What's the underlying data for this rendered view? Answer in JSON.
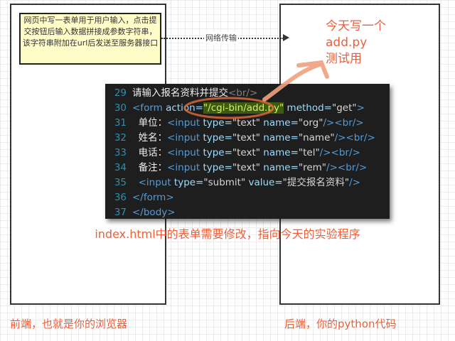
{
  "left_box": {
    "note": "网页中写一表单用于用户输入，点击提交按钮后输入数据拼接成参数字符串，该字符串附加在url后发送至服务器接口",
    "label": "前端，也就是你的浏览器"
  },
  "edge_label": "网络传输",
  "right_box": {
    "annotation": [
      "今天写一个",
      "add.py",
      "测试用"
    ],
    "label": "后端，你的python代码"
  },
  "code": {
    "lines": [
      {
        "n": "29",
        "parts": [
          [
            "txt",
            "请输入报名资料并提交"
          ],
          [
            "dim",
            "<br/>"
          ]
        ]
      },
      {
        "n": "30",
        "parts": [
          [
            "tag",
            "<form "
          ],
          [
            "attr",
            "action="
          ],
          [
            "hl",
            "\"/cgi-bin/add.py\""
          ],
          [
            "attr",
            " method="
          ],
          [
            "str",
            "\"get\""
          ],
          [
            "tag",
            ">"
          ]
        ]
      },
      {
        "n": "31",
        "parts": [
          [
            "txt",
            "  单位："
          ],
          [
            "tag",
            "<input "
          ],
          [
            "attr",
            "type="
          ],
          [
            "str",
            "\"text\""
          ],
          [
            "attr",
            " name="
          ],
          [
            "str",
            "\"org\""
          ],
          [
            "tag",
            "/><br/>"
          ]
        ]
      },
      {
        "n": "32",
        "parts": [
          [
            "txt",
            "  姓名："
          ],
          [
            "tag",
            "<input "
          ],
          [
            "attr",
            "type="
          ],
          [
            "str",
            "\"text\""
          ],
          [
            "attr",
            " name="
          ],
          [
            "str",
            "\"name\""
          ],
          [
            "tag",
            "/><br/>"
          ]
        ]
      },
      {
        "n": "33",
        "parts": [
          [
            "txt",
            "  电话："
          ],
          [
            "tag",
            "<input "
          ],
          [
            "attr",
            "type="
          ],
          [
            "str",
            "\"text\""
          ],
          [
            "attr",
            " name="
          ],
          [
            "str",
            "\"tel\""
          ],
          [
            "tag",
            "/><br/>"
          ]
        ]
      },
      {
        "n": "34",
        "parts": [
          [
            "txt",
            "  备注："
          ],
          [
            "tag",
            "<input "
          ],
          [
            "attr",
            "type="
          ],
          [
            "str",
            "\"text\""
          ],
          [
            "attr",
            " name="
          ],
          [
            "str",
            "\"rem\""
          ],
          [
            "tag",
            "/><br/>"
          ]
        ]
      },
      {
        "n": "35",
        "parts": [
          [
            "tag",
            "  <input "
          ],
          [
            "attr",
            "type="
          ],
          [
            "str",
            "\"submit\""
          ],
          [
            "attr",
            " value="
          ],
          [
            "str",
            "\"提交报名资料\""
          ],
          [
            "tag",
            "/>"
          ]
        ]
      },
      {
        "n": "36",
        "parts": [
          [
            "tag",
            "</form>"
          ]
        ]
      },
      {
        "n": "37",
        "parts": [
          [
            "tag",
            "</body>"
          ]
        ]
      }
    ]
  },
  "caption": "index.html中的表单需要修改，指向今天的实验程序",
  "colors": {
    "annotation": "#e8603c",
    "note_bg": "#fffcc8",
    "code_bg": "#1e1e1e"
  }
}
